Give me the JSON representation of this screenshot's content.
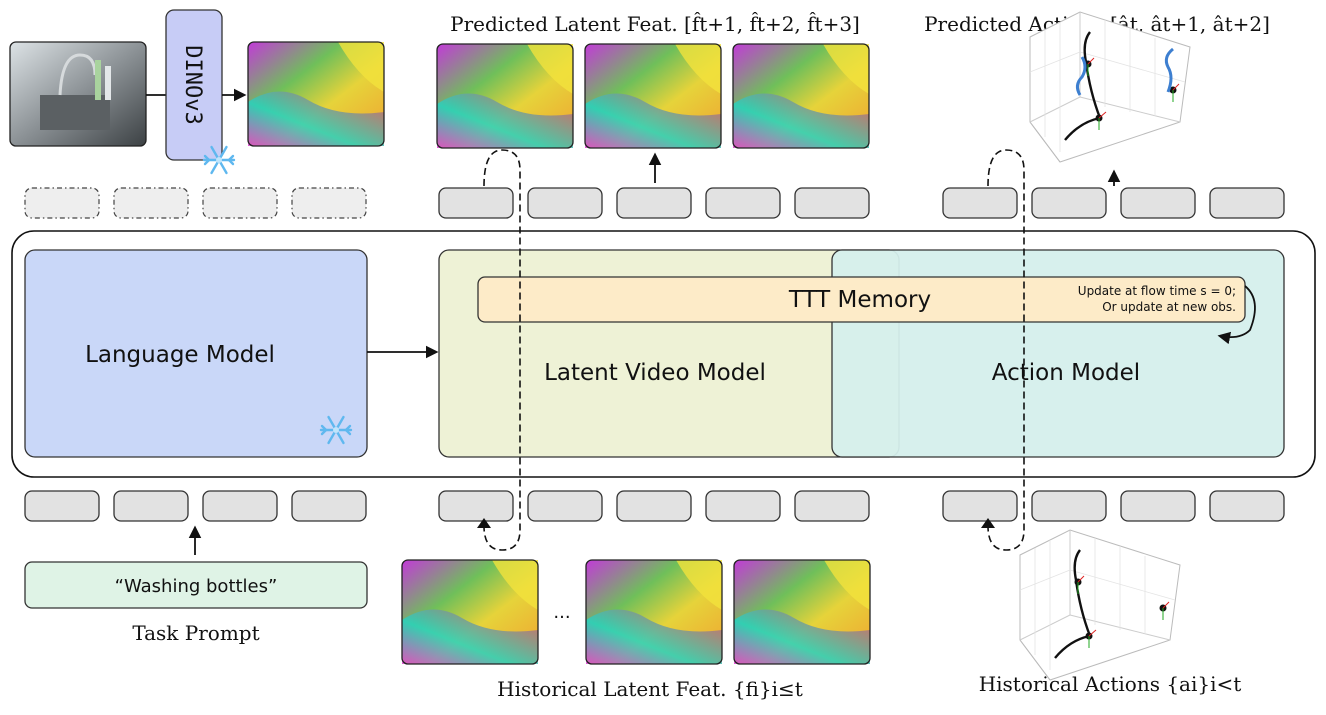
{
  "captions": {
    "predicted_latent": "Predicted Latent Feat. [f̂t+1, f̂t+2, f̂t+3]",
    "predicted_actions": "Predicted Actions [ât, ât+1, ât+2]",
    "historical_latent": "Historical Latent Feat. {fi}i≤t",
    "historical_actions": "Historical Actions {ai}i<t",
    "task_prompt": "Task Prompt"
  },
  "blocks": {
    "dino": "DINOv3",
    "language_model": "Language Model",
    "latent_video_model": "Latent Video Model",
    "action_model": "Action Model",
    "ttt_memory": "TTT Memory",
    "update_line1": "Update at flow time s = 0;",
    "update_line2": "Or update at new obs.",
    "prompt_text": "“Washing bottles”",
    "ellipsis": "..."
  },
  "colors": {
    "language_model": "#c9d7f8",
    "latent_video_model": "#eef2d6",
    "action_model": "#d5efec",
    "ttt_memory": "#fdebc8",
    "prompt": "#dff3e6",
    "dino": "#c7ccf6",
    "token": "#e2e2e2"
  },
  "icons": [
    "snowflake-icon",
    "arrow-icon",
    "dashed-loop-arrow"
  ]
}
